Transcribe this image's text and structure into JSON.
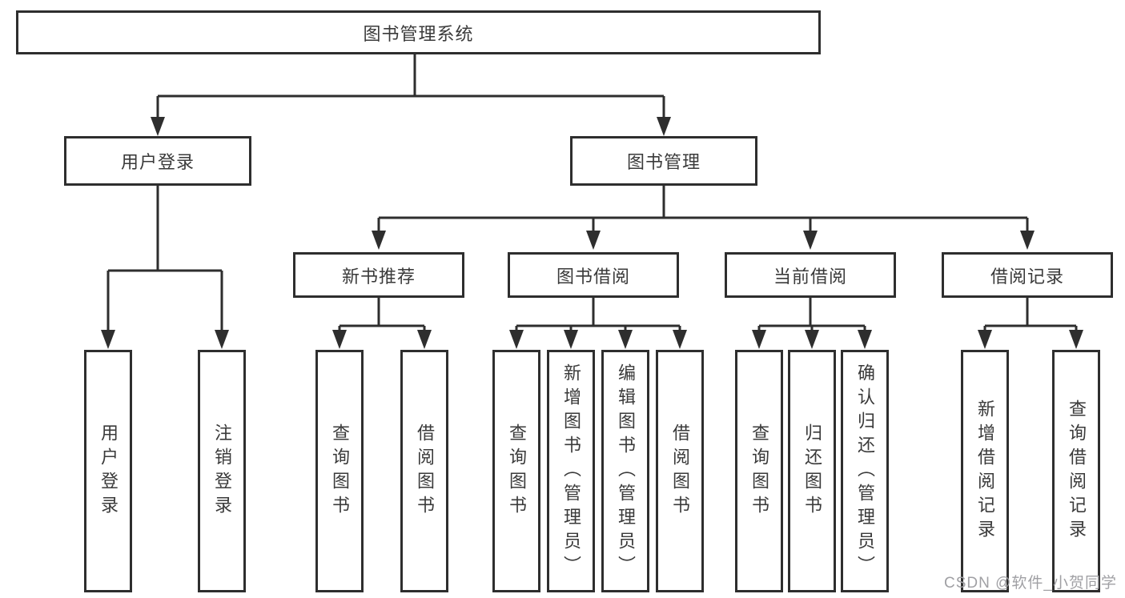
{
  "diagram": {
    "root": {
      "label": "图书管理系统"
    },
    "level2": [
      {
        "label": "用户登录"
      },
      {
        "label": "图书管理"
      }
    ],
    "level3": [
      {
        "label": "新书推荐"
      },
      {
        "label": "图书借阅"
      },
      {
        "label": "当前借阅"
      },
      {
        "label": "借阅记录"
      }
    ],
    "leaves": [
      {
        "label": "用户登录"
      },
      {
        "label": "注销登录"
      },
      {
        "label": "查询图书"
      },
      {
        "label": "借阅图书"
      },
      {
        "label": "查询图书"
      },
      {
        "label": "新增图书（管理员）"
      },
      {
        "label": "编辑图书（管理员）"
      },
      {
        "label": "借阅图书"
      },
      {
        "label": "查询图书"
      },
      {
        "label": "归还图书"
      },
      {
        "label": "确认归还（管理员）"
      },
      {
        "label": "新增借阅记录"
      },
      {
        "label": "查询借阅记录"
      }
    ]
  },
  "watermark": {
    "text": "CSDN @软件_小贺同学"
  },
  "colors": {
    "line": "#2e2e2e",
    "border": "#2e2e2e",
    "text": "#3a3a3a",
    "watermark": "#a0a0a4",
    "background": "#ffffff"
  }
}
